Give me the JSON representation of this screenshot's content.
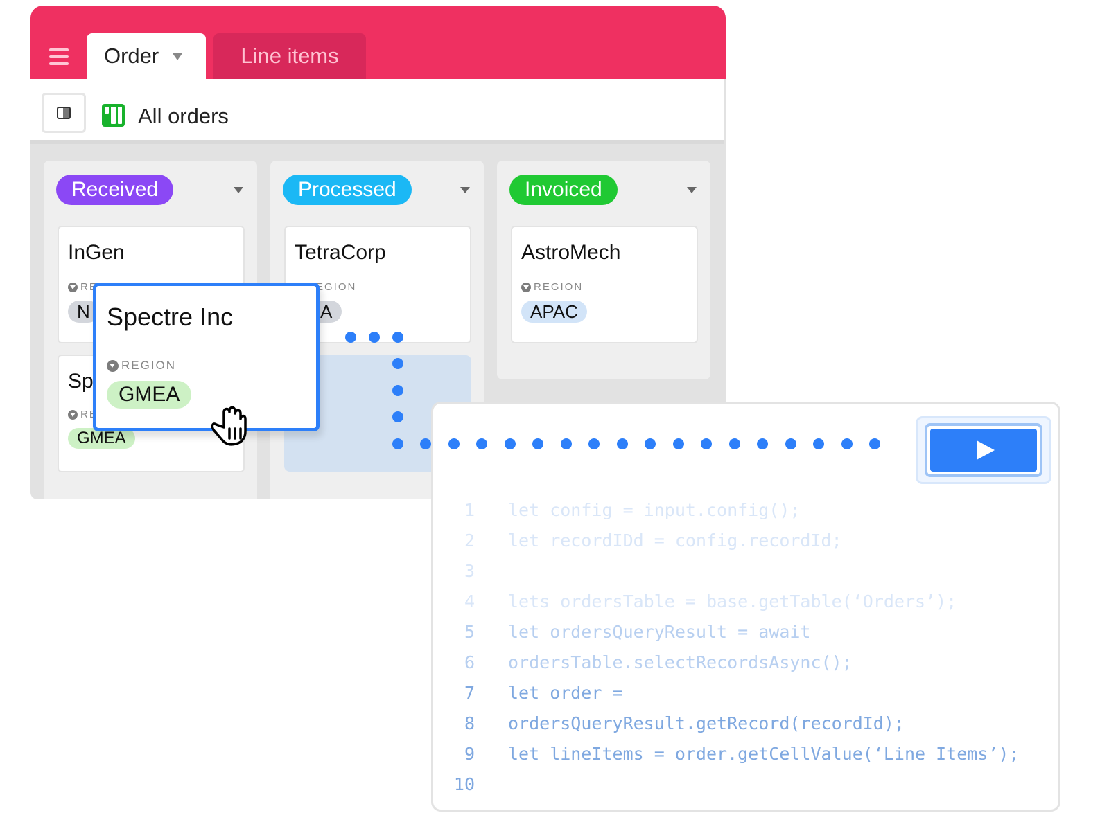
{
  "header": {
    "menu_icon": "hamburger-icon",
    "tabs": [
      {
        "label": "Order",
        "active": true,
        "has_dropdown": true
      },
      {
        "label": "Line items",
        "active": false
      }
    ],
    "bar_color": "#ef3061"
  },
  "view": {
    "sidebar_toggle_icon": "sidebar-toggle-icon",
    "view_icon": "kanban-icon",
    "title": "All orders"
  },
  "board": {
    "columns": [
      {
        "status": "Received",
        "color": "#8b48f5",
        "cards": [
          {
            "title": "InGen",
            "field_label": "REGION",
            "region": "N"
          },
          {
            "title": "Sp",
            "field_label": "RE",
            "region": "GMEA"
          }
        ]
      },
      {
        "status": "Processed",
        "color": "#1bb8f5",
        "cards": [
          {
            "title": "TetraCorp",
            "field_label": "EGION",
            "region": "A"
          }
        ]
      },
      {
        "status": "Invoiced",
        "color": "#20c933",
        "cards": [
          {
            "title": "AstroMech",
            "field_label": "REGION",
            "region": "APAC"
          }
        ]
      }
    ],
    "dragging_card": {
      "title": "Spectre Inc",
      "field_label": "REGION",
      "region": "GMEA"
    }
  },
  "code_panel": {
    "run_button_icon": "play-icon",
    "lines": [
      {
        "n": "1",
        "text": "let config = input.config();"
      },
      {
        "n": "2",
        "text": "let recordIDd = config.recordId;"
      },
      {
        "n": "3",
        "text": ""
      },
      {
        "n": "4",
        "text": "lets ordersTable = base.getTable(‘Orders’);"
      },
      {
        "n": "5",
        "text": "let ordersQueryResult = await"
      },
      {
        "n": "6",
        "text": "ordersTable.selectRecordsAsync();"
      },
      {
        "n": "7",
        "text": "let order ="
      },
      {
        "n": "8",
        "text": "ordersQueryResult.getRecord(recordId);"
      },
      {
        "n": "9",
        "text": "let lineItems = order.getCellValue(‘Line Items’);"
      },
      {
        "n": "10",
        "text": ""
      }
    ]
  },
  "colors": {
    "accent_blue": "#2d7ff9",
    "tag_grey": "#d3d6dc",
    "tag_green": "#cdf1c5",
    "tag_blue": "#d2e4f8"
  }
}
